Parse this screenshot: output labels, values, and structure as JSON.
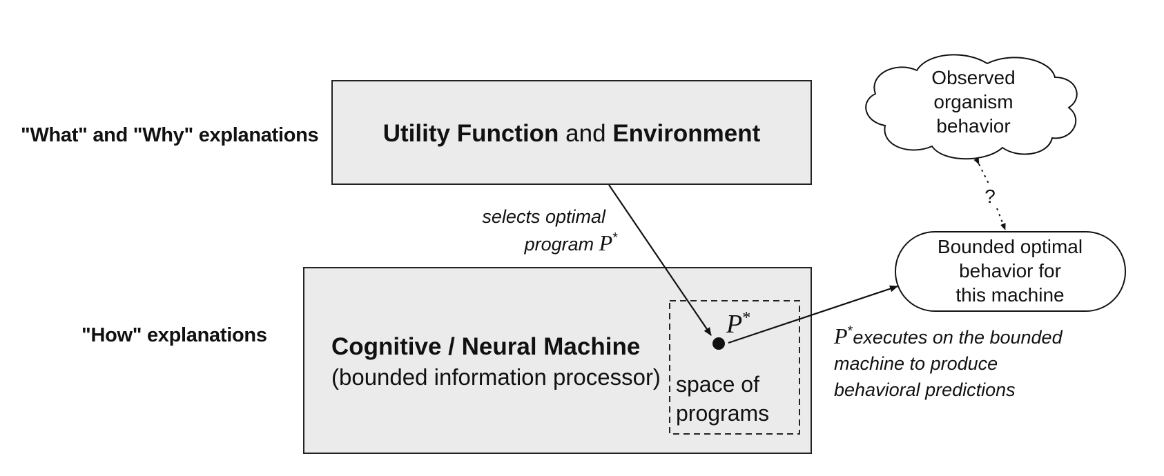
{
  "left_labels": {
    "what_why": "\"What\" and \"Why\" explanations",
    "how": "\"How\" explanations"
  },
  "top_box": {
    "part1": "Utility Function",
    "part2": " and ",
    "part3": "Environment",
    "fill": "#ebebeb"
  },
  "bottom_box": {
    "title": "Cognitive / Neural Machine",
    "subtitle": "(bounded information processor)",
    "fill": "#ebebeb"
  },
  "program_space": {
    "symbol": "P",
    "symbol_sup": "*",
    "label_line1": "space of",
    "label_line2": "programs"
  },
  "selects_label": {
    "line1": "selects optimal",
    "line2": "program ",
    "symbol": "P",
    "symbol_sup": "*"
  },
  "cloud": {
    "line1": "Observed",
    "line2": "organism",
    "line3": "behavior"
  },
  "question_mark": "?",
  "bounded_box": {
    "line1": "Bounded optimal",
    "line2": "behavior for",
    "line3": "this machine"
  },
  "executes_label": {
    "symbol": "P",
    "symbol_sup": "*",
    "line1": "executes on the bounded",
    "line2": "machine to produce",
    "line3": "behavioral predictions"
  }
}
